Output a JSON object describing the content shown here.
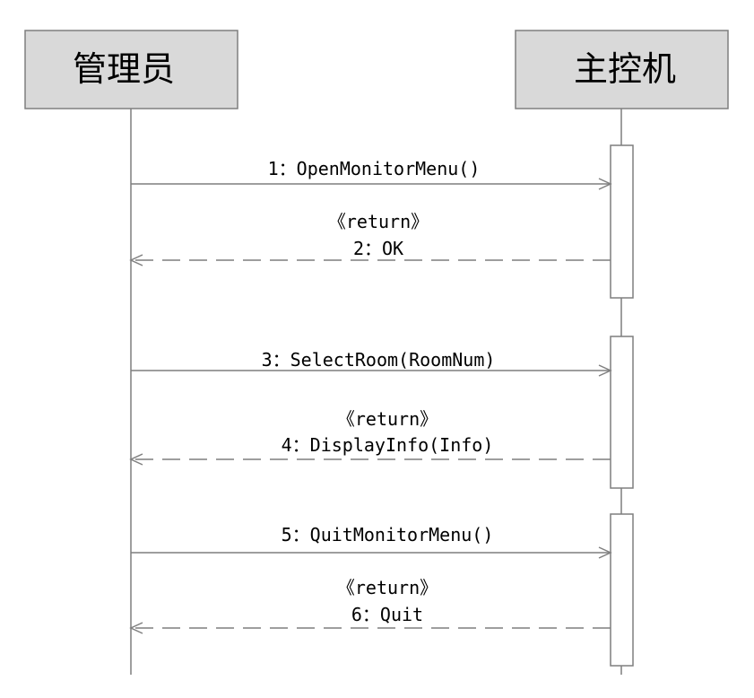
{
  "participants": [
    {
      "name": "管理员"
    },
    {
      "name": "主控机"
    }
  ],
  "messages": [
    {
      "label": "1：OpenMonitorMenu()",
      "stereotype": "",
      "kind": "call"
    },
    {
      "label": "2：OK",
      "stereotype": "《return》",
      "kind": "return"
    },
    {
      "label": "3：SelectRoom(RoomNum)",
      "stereotype": "",
      "kind": "call"
    },
    {
      "label": "4：DisplayInfo(Info)",
      "stereotype": "《return》",
      "kind": "return"
    },
    {
      "label": "5：QuitMonitorMenu()",
      "stereotype": "",
      "kind": "call"
    },
    {
      "label": "6：Quit",
      "stereotype": "《return》",
      "kind": "return"
    }
  ],
  "colors": {
    "participant_fill": "#d9d9d9",
    "line": "#7f7f7f",
    "text": "#000000"
  }
}
